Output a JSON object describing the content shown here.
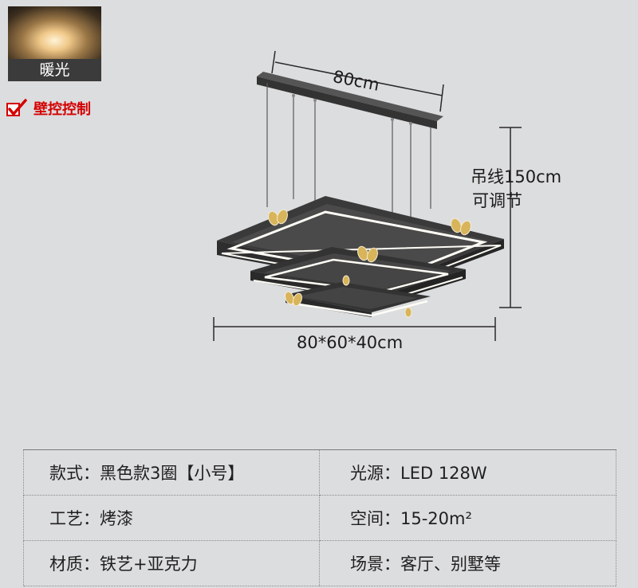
{
  "swatch": {
    "label": "暖光"
  },
  "wall_control": {
    "label": "壁控控制"
  },
  "dimensions": {
    "top_width": "80cm",
    "height_line1": "吊线150cm",
    "height_line2": "可调节",
    "bottom_size": "80*60*40cm"
  },
  "specs": [
    {
      "left_label": "款式：",
      "left_value": "黑色款3圈【小号】",
      "right_label": "光源：",
      "right_value": "LED 128W"
    },
    {
      "left_label": "工艺：",
      "left_value": "烤漆",
      "right_label": "空间：",
      "right_value": "15-20m²"
    },
    {
      "left_label": "材质：",
      "left_value": "铁艺+亚克力",
      "right_label": "场景：",
      "right_value": "客厅、别墅等"
    }
  ],
  "colors": {
    "background": "#dcdddf",
    "frame": "#3a3a3a",
    "led": "#fffdf6",
    "accent_red": "#d40000",
    "butterfly": "#d8b45a"
  }
}
